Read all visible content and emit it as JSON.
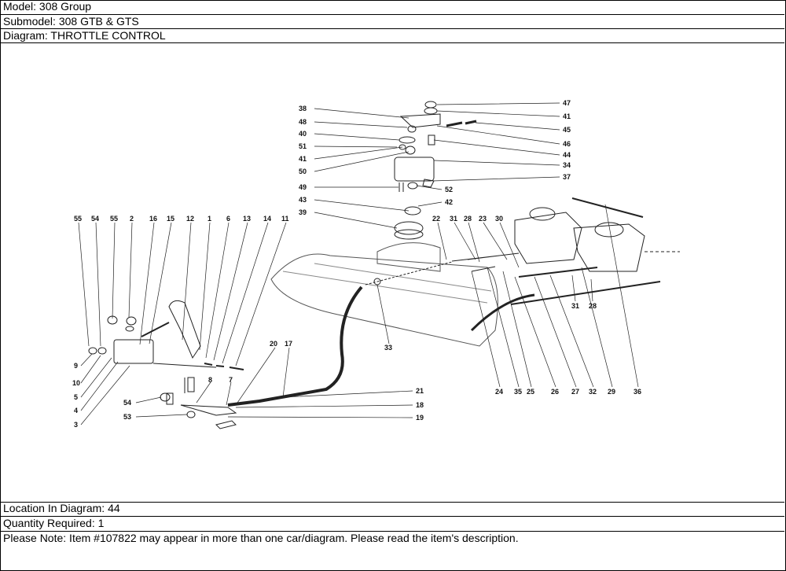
{
  "header": {
    "model": "Model: 308 Group",
    "submodel": "Submodel: 308 GTB & GTS",
    "diagram": "Diagram: THROTTLE CONTROL"
  },
  "footer": {
    "location": "Location In Diagram: 44",
    "quantity": "Quantity Required: 1",
    "note": "Please Note: Item #107822 may appear in more than one car/diagram. Please read the item's description."
  },
  "callouts": {
    "c38": "38",
    "c48": "48",
    "c40": "40",
    "c51": "51",
    "c41a": "41",
    "c50": "50",
    "c49": "49",
    "c43": "43",
    "c39": "39",
    "c47": "47",
    "c41b": "41",
    "c45": "45",
    "c46": "46",
    "c44": "44",
    "c34": "34",
    "c37": "37",
    "c52": "52",
    "c42": "42",
    "c55a": "55",
    "c54a": "54",
    "c55b": "55",
    "c2": "2",
    "c16": "16",
    "c15": "15",
    "c12": "12",
    "c1": "1",
    "c6": "6",
    "c13": "13",
    "c14": "14",
    "c11": "11",
    "c9": "9",
    "c10": "10",
    "c5": "5",
    "c4": "4",
    "c3": "3",
    "c54b": "54",
    "c53": "53",
    "c8": "8",
    "c7": "7",
    "c20": "20",
    "c17": "17",
    "c21": "21",
    "c18": "18",
    "c19": "19",
    "c33": "33",
    "c22": "22",
    "c31a": "31",
    "c28a": "28",
    "c23": "23",
    "c30": "30",
    "c31b": "31",
    "c28b": "28",
    "c24": "24",
    "c35": "35",
    "c25": "25",
    "c26": "26",
    "c27": "27",
    "c32": "32",
    "c29": "29",
    "c36": "36"
  }
}
